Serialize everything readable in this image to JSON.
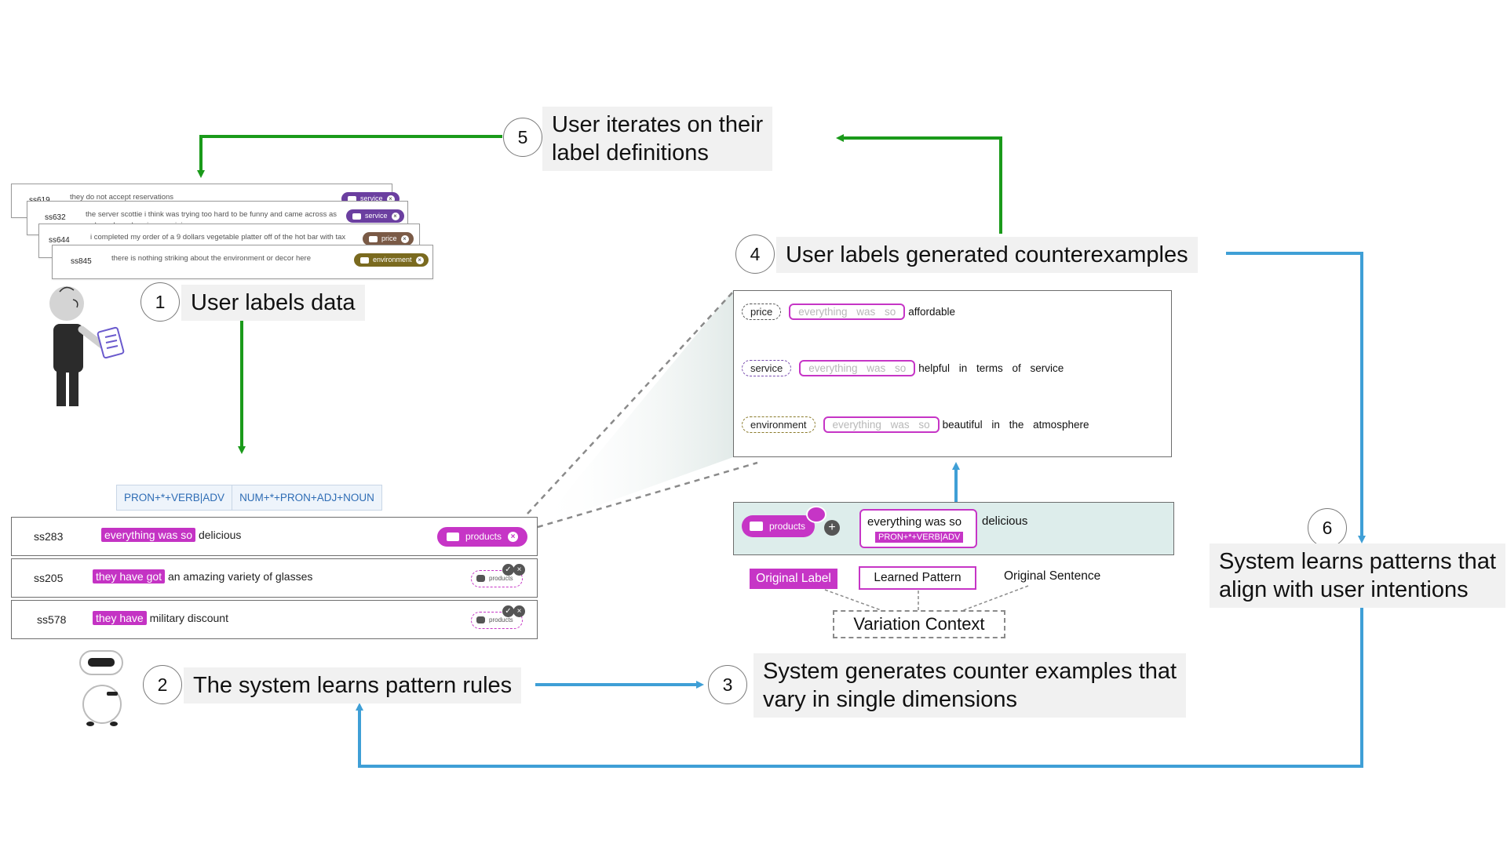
{
  "steps": [
    {
      "num": "1",
      "text": "User labels data"
    },
    {
      "num": "2",
      "text": "The system learns pattern rules"
    },
    {
      "num": "3",
      "text": "System generates counter examples that\nvary in single dimensions"
    },
    {
      "num": "4",
      "text": "User labels generated counterexamples"
    },
    {
      "num": "5",
      "text": "User iterates on their\nlabel definitions"
    },
    {
      "num": "6",
      "text": "System learns patterns that\nalign with user intentions"
    }
  ],
  "stacked_cards": [
    {
      "id": "ss619",
      "text": "they do not accept reservations",
      "label": "service",
      "color": "#6b3fa0"
    },
    {
      "id": "ss632",
      "text": "the server scottie i think was trying too hard to be funny and came across as rude and careless in my opinion",
      "label": "service",
      "color": "#6b3fa0"
    },
    {
      "id": "ss644",
      "text": "i completed my order of a 9 dollars vegetable platter off of the hot bar with tax included",
      "label": "price",
      "color": "#7a5a46"
    },
    {
      "id": "ss845",
      "text": "there is nothing striking about the environment or decor here",
      "label": "environment",
      "color": "#7a6a1f"
    }
  ],
  "pattern_tabs": [
    "PRON+*+VERB|ADV",
    "NUM+*+PRON+ADJ+NOUN"
  ],
  "sentence_rows": [
    {
      "id": "ss283",
      "highlight": "everything was so",
      "rest": "delicious",
      "label": "products",
      "confirmed": true
    },
    {
      "id": "ss205",
      "highlight": "they have got",
      "rest": "an amazing variety of glasses",
      "label": "products",
      "confirmed": false
    },
    {
      "id": "ss578",
      "highlight": "they have",
      "rest": "military discount",
      "label": "products",
      "confirmed": false
    }
  ],
  "counterexamples": [
    {
      "label": "price",
      "label_color": "#555555",
      "pattern": "everything was so",
      "rest": "affordable"
    },
    {
      "label": "service",
      "label_color": "#7b4fb0",
      "pattern": "everything was so",
      "rest": "helpful in terms of service"
    },
    {
      "label": "environment",
      "label_color": "#8a7a2a",
      "pattern": "everything was so",
      "rest": "beautiful in the atmosphere"
    }
  ],
  "variation": {
    "label": "products",
    "plus": "+",
    "pattern_text": "everything was so",
    "pattern_rule": "PRON+*+VERB|ADV",
    "rest": "delicious"
  },
  "context": {
    "original_label": "Original Label",
    "learned_pattern": "Learned Pattern",
    "original_sentence": "Original Sentence",
    "variation_context": "Variation Context"
  },
  "icons": {
    "check": "✓",
    "close": "×"
  },
  "colors": {
    "green_arrow": "#1a9a1a",
    "blue_arrow": "#3f9fd6",
    "accent": "#c635c6"
  }
}
